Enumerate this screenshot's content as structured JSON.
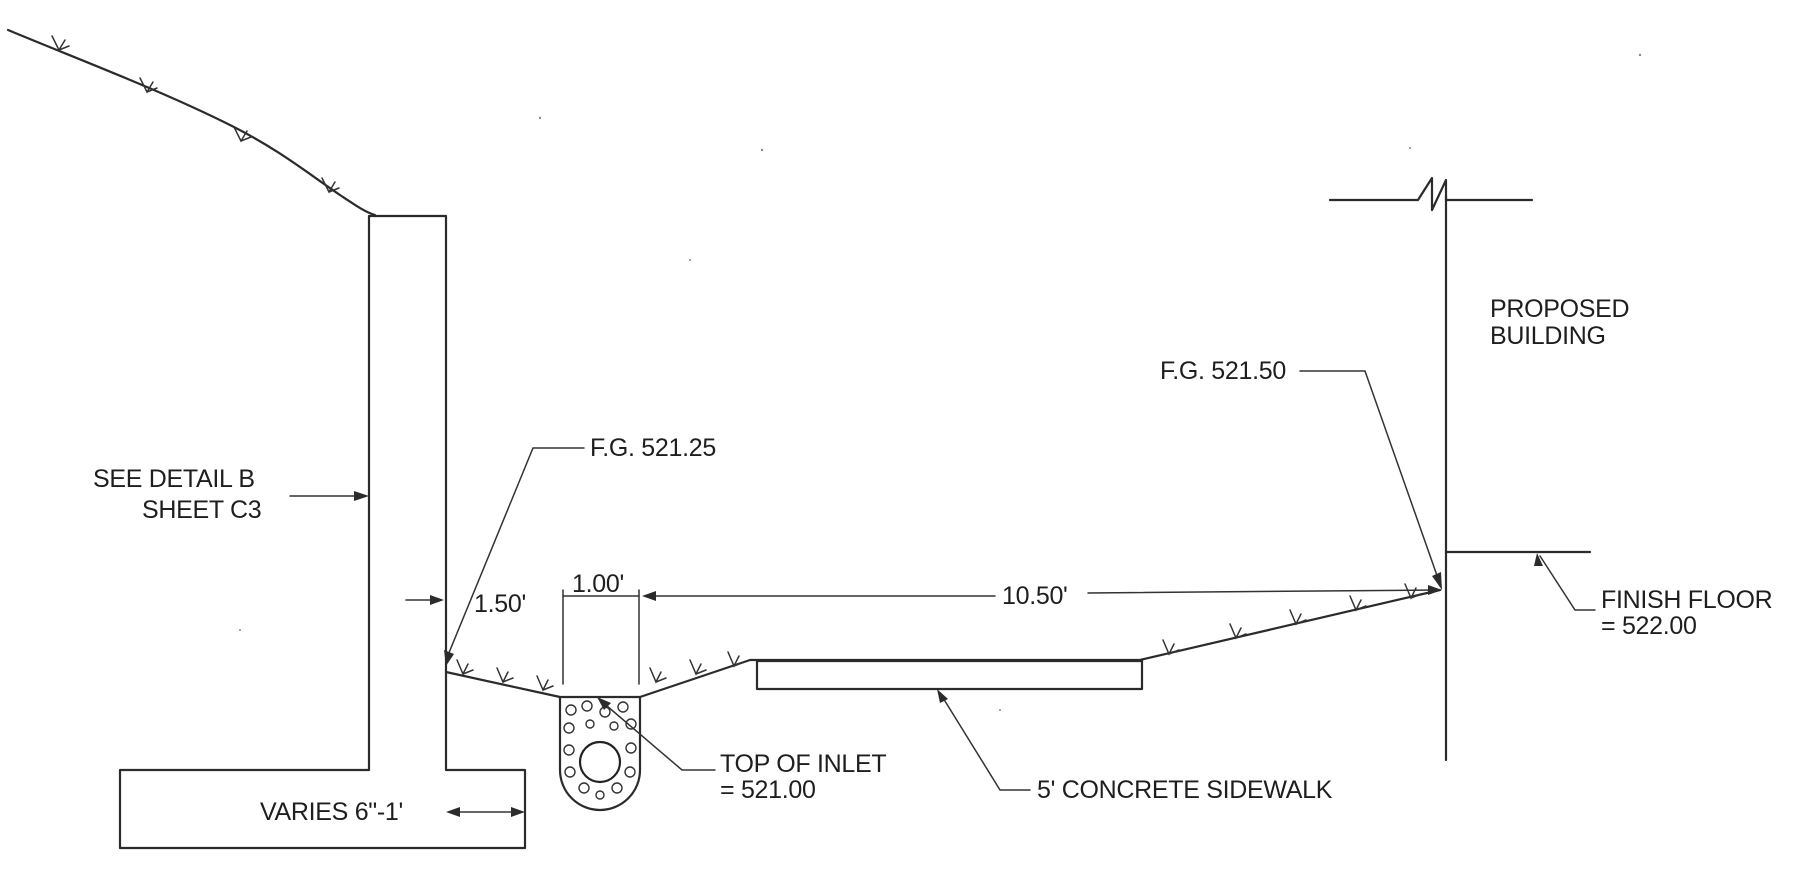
{
  "labels": {
    "see_detail": [
      "SEE DETAIL B",
      "SHEET C3"
    ],
    "fg_left": "F.G. 521.25",
    "fg_right": "F.G. 521.50",
    "proposed_building": [
      "PROPOSED",
      "BUILDING"
    ],
    "finish_floor": [
      "FINISH FLOOR",
      "= 522.00"
    ],
    "top_of_inlet": [
      "TOP OF INLET",
      "= 521.00"
    ],
    "sidewalk": "5' CONCRETE SIDEWALK",
    "varies": "VARIES 6\"-1'"
  },
  "dimensions": {
    "wall_to_inlet": "1.50'",
    "inlet_width": "1.00'",
    "inlet_to_building": "10.50'"
  }
}
